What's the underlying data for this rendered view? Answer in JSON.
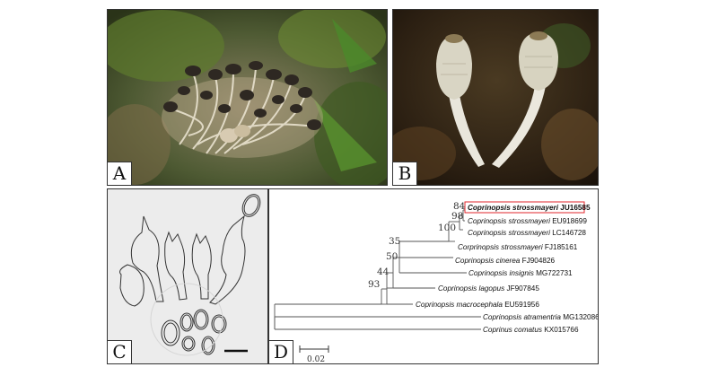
{
  "panels": {
    "a": {
      "label": "A"
    },
    "b": {
      "label": "B"
    },
    "c": {
      "label": "C"
    },
    "d": {
      "label": "D"
    }
  },
  "tree": {
    "taxa": [
      {
        "species": "Coprinopsis strossmayeri",
        "accession": "JU16585",
        "highlighted": true
      },
      {
        "species": "Coprinopsis strossmayeri",
        "accession": "EU918699"
      },
      {
        "species": "Coprinopsis strossmayeri",
        "accession": "LC146728"
      },
      {
        "species": "Corprinopsis strossmayeri",
        "accession": "FJ185161"
      },
      {
        "species": "Coprinopsis cinerea",
        "accession": "FJ904826"
      },
      {
        "species": "Coprinopsis insignis",
        "accession": "MG722731"
      },
      {
        "species": "Coprinopsis lagopus",
        "accession": "JF907845"
      },
      {
        "species": "Coprinopsis macrocephala",
        "accession": "EU591956"
      },
      {
        "species": "Coprinopsis atramentria",
        "accession": "MG132086"
      },
      {
        "species": "Coprinus comatus",
        "accession": "KX015766"
      }
    ],
    "bootstrap": [
      "84",
      "98",
      "100",
      "35",
      "50",
      "44",
      "93"
    ],
    "scale_bar": "0.02",
    "highlight_color": "#e0262b"
  }
}
